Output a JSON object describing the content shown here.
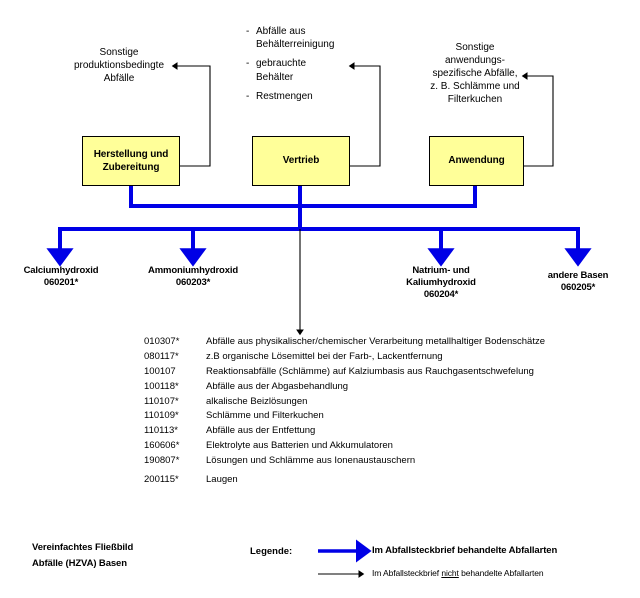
{
  "diagram": {
    "colors": {
      "arrow_blue": "#0000E6",
      "box_fill": "#FFFF99",
      "box_border": "#000000",
      "line_black": "#000000"
    },
    "process_boxes": [
      {
        "id": "herstellung",
        "label": "Herstellung und\nZubereitung"
      },
      {
        "id": "vertrieb",
        "label": "Vertrieb"
      },
      {
        "id": "anwendung",
        "label": "Anwendung"
      }
    ],
    "side_labels": [
      {
        "id": "sonstige-produktionsbedingte",
        "text": "Sonstige\nproduktionsbedingte\nAbfälle"
      },
      {
        "id": "sonstige-anwendungsspezifische",
        "text": "Sonstige\nanwendungs-\nspezifische Abfälle,\nz. B. Schlämme und\nFilterkuchen"
      }
    ],
    "vertrieb_waste_list": {
      "dash": "-",
      "items": [
        "Abfälle aus\nBehälterreinigung",
        "gebrauchte\nBehälter",
        "Restmengen"
      ]
    },
    "output_labels": [
      {
        "id": "calciumhydroxid",
        "text": "Calciumhydroxid\n060201*"
      },
      {
        "id": "ammoniumhydroxid",
        "text": "Ammoniumhydroxid\n060203*"
      },
      {
        "id": "natrium-kaliumhydroxid",
        "text": "Natrium- und\nKaliumhydroxid\n060204*"
      },
      {
        "id": "andere-basen",
        "text": "andere Basen\n060205*"
      }
    ],
    "waste_codes": [
      {
        "code": "010307*",
        "desc": "Abfälle aus physikalischer/chemischer Verarbeitung metallhaltiger Bodenschätze"
      },
      {
        "code": "080117*",
        "desc": "z.B organische Lösemittel bei der Farb-, Lackentfernung"
      },
      {
        "code": "100107",
        "desc": "Reaktionsabfälle (Schlämme) auf Kalziumbasis aus Rauchgasentschwefelung"
      },
      {
        "code": "100118*",
        "desc": "Abfälle aus der Abgasbehandlung"
      },
      {
        "code": "110107*",
        "desc": "alkalische Beizlösungen"
      },
      {
        "code": "110109*",
        "desc": "Schlämme und Filterkuchen"
      },
      {
        "code": "110113*",
        "desc": "Abfälle aus der Entfettung"
      },
      {
        "code": "160606*",
        "desc": "Elektrolyte aus Batterien und Akkumulatoren"
      },
      {
        "code": "190807*",
        "desc": "Lösungen und Schlämme aus Ionenaustauschern"
      },
      {
        "code": "200115*",
        "desc": "Laugen"
      }
    ]
  },
  "caption": {
    "line1": "Vereinfachtes Fließbild",
    "line2": "Abfälle (HZVA) Basen"
  },
  "legend": {
    "title": "Legende:",
    "entry_blue": "Im Abfallsteckbrief behandelte Abfallarten",
    "entry_black_pre": "Im Abfallsteckbrief ",
    "entry_black_emph": "nicht",
    "entry_black_post": " behandelte Abfallarten"
  }
}
